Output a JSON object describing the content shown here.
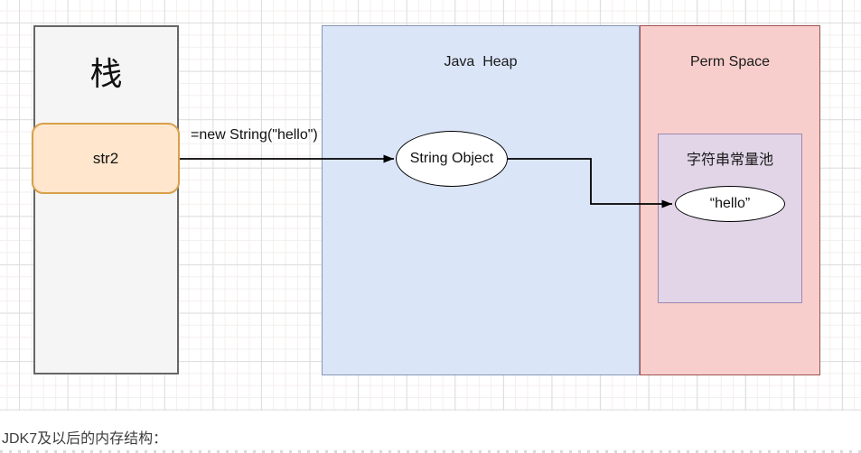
{
  "diagram": {
    "stack": {
      "title": "栈",
      "slot_label": "str2"
    },
    "heap": {
      "title": "Java  Heap",
      "object_label": "String Object"
    },
    "perm": {
      "title": "Perm Space",
      "pool_title": "字符串常量池",
      "literal_label": "“hello”"
    },
    "assignment_label": "=new String(\"hello\")"
  },
  "caption": "JDK7及以后的内存结构：",
  "colors": {
    "stack-fill": "#f5f5f5",
    "stack-border": "#666666",
    "slot-fill": "#ffe6cc",
    "slot-border": "#d7a04b",
    "heap-fill": "#dbe5f8",
    "heap-border": "#8797b5",
    "perm-fill": "#f8cecc",
    "perm-border": "#9c5150",
    "pool-fill": "#e1d5e7",
    "pool-border": "#9d87b0",
    "ellipse-fill": "#ffffff",
    "line": "#000000",
    "grid-major": "#dddddd",
    "grid-minor": "#f4efee",
    "caption": "#3d3d3d"
  }
}
